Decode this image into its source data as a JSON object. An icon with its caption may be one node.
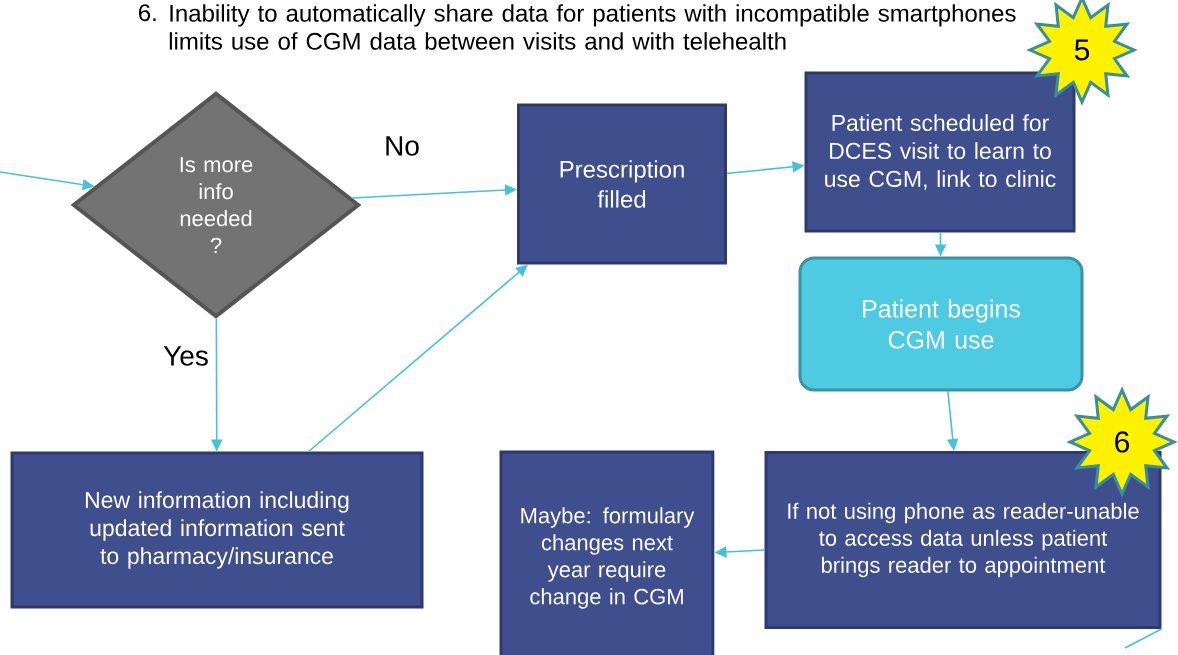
{
  "diagram": {
    "nodes": [
      {
        "text": [
          "Is more info needed ?"
        ]
      },
      {
        "text": [
          "Prescription filled"
        ]
      },
      {
        "text": [
          "Patient scheduled for DCES visit to learn to use CGM, link to clinic"
        ]
      },
      {
        "text": [
          "5"
        ]
      },
      {
        "text": [
          "Patient begins CGM use"
        ]
      },
      {
        "text": [
          "6"
        ]
      },
      {
        "text": [
          "New information including updated information sent to pharmacy/insurance"
        ]
      },
      {
        "text": [
          "Maybe: formulary changes next year require change in CGM"
        ]
      },
      {
        "text": [
          "If not using phone as reader-unable to access data unless patient brings reader to appointment"
        ]
      }
    ],
    "edges": [
      {
        "from": null,
        "to": 0,
        "arrow": "to"
      },
      {
        "from": 0,
        "to": 1,
        "arrow": "to",
        "label": "No"
      },
      {
        "from": 0,
        "to": 6,
        "arrow": "to",
        "label": "Yes"
      },
      {
        "from": 6,
        "to": 1,
        "arrow": "to"
      },
      {
        "from": 1,
        "to": 2,
        "arrow": "to"
      },
      {
        "from": 2,
        "to": 4,
        "arrow": "to"
      },
      {
        "from": 4,
        "to": 8,
        "arrow": "to"
      },
      {
        "from": 8,
        "to": 7,
        "arrow": "to"
      },
      {
        "from": 8,
        "to": null,
        "arrow": "none"
      }
    ],
    "labels": [
      "6.",
      "Inability to automatically share data for patients with incompatible smartphones limits use of CGM data between visits and with telehealth"
    ]
  }
}
